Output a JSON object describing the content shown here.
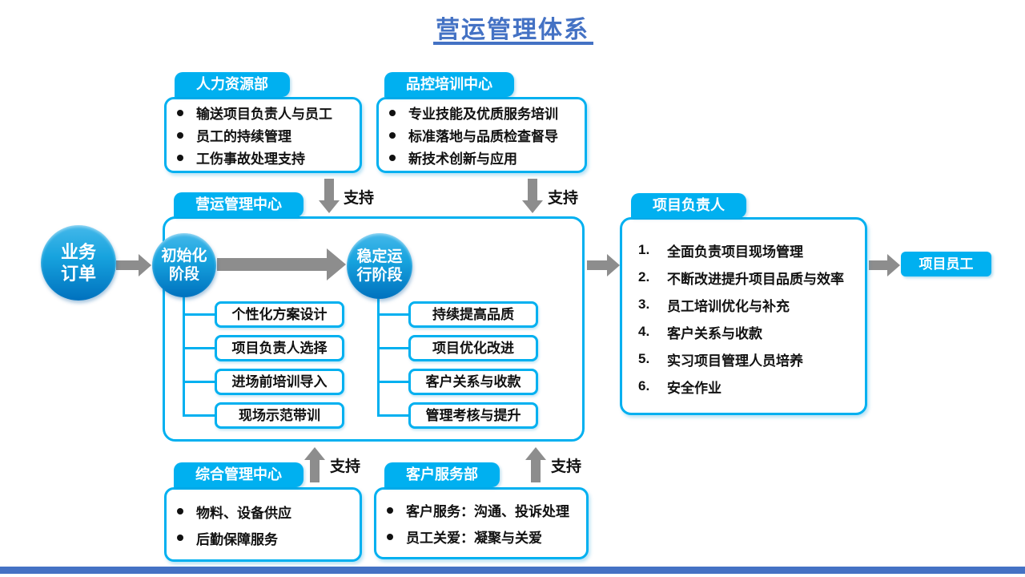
{
  "title": {
    "text": "营运管理体系"
  },
  "labels": {
    "support": "支持"
  },
  "colors": {
    "accent_cyan": "#00B0F0",
    "title_blue": "#4472C4",
    "arrow_gray": "#8d8d8d",
    "circle_blue_top": "#44b8ea",
    "circle_blue_bottom": "#0071BE"
  },
  "nodes": {
    "hr": {
      "header": "人力资源部",
      "items": [
        "输送项目负责人与员工",
        "员工的持续管理",
        "工伤事故处理支持"
      ]
    },
    "qc": {
      "header": "品控培训中心",
      "items": [
        "专业技能及优质服务培训",
        "标准落地与品质检查督导",
        "新技术创新与应用"
      ]
    },
    "admin": {
      "header": "综合管理中心",
      "items": [
        "物料、设备供应",
        "后勤保障服务"
      ]
    },
    "service": {
      "header": "客户服务部",
      "items": [
        "客户服务：沟通、投诉处理",
        "员工关爱：凝聚与关爱"
      ]
    },
    "ops_center": {
      "header": "营运管理中心"
    },
    "business_order": {
      "line1": "业务",
      "line2": "订单"
    },
    "init_phase": {
      "line1": "初始化",
      "line2": "阶段"
    },
    "stable_phase": {
      "line1": "稳定运",
      "line2": "行阶段"
    },
    "init_tasks": [
      "个性化方案设计",
      "项目负责人选择",
      "进场前培训导入",
      "现场示范带训"
    ],
    "stable_tasks": [
      "持续提高品质",
      "项目优化改进",
      "客户关系与收款",
      "管理考核与提升"
    ],
    "pm": {
      "header": "项目负责人",
      "items": [
        "全面负责项目现场管理",
        "不断改进提升项目品质与效率",
        "员工培训优化与补充",
        "客户关系与收款",
        "实习项目管理人员培养",
        "安全作业"
      ]
    },
    "staff": {
      "label": "项目员工"
    }
  }
}
